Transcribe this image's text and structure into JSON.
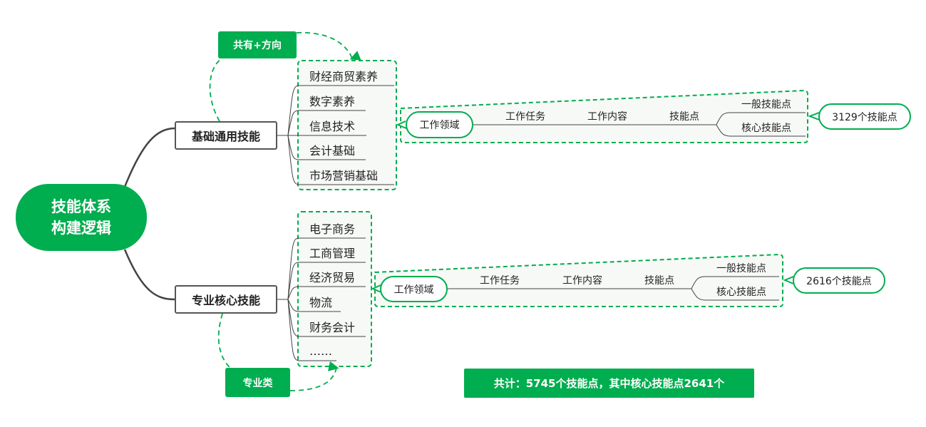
{
  "root": {
    "line1": "技能体系",
    "line2": "构建逻辑"
  },
  "branches": [
    {
      "label": "基础通用技能",
      "tag": "共有+方向",
      "items": [
        "财经商贸素养",
        "数字素养",
        "信息技术",
        "会计基础",
        "市场营销基础"
      ],
      "chain": {
        "domain": "工作领域",
        "task": "工作任务",
        "content": "工作内容",
        "point": "技能点",
        "general": "一般技能点",
        "core": "核心技能点",
        "count": "3129个技能点"
      }
    },
    {
      "label": "专业核心技能",
      "tag": "专业类",
      "items": [
        "电子商务",
        "工商管理",
        "经济贸易",
        "物流",
        "财务会计",
        "……"
      ],
      "chain": {
        "domain": "工作领域",
        "task": "工作任务",
        "content": "工作内容",
        "point": "技能点",
        "general": "一般技能点",
        "core": "核心技能点",
        "count": "2616个技能点"
      }
    }
  ],
  "summary": "共计：5745个技能点，其中核心技能点2641个",
  "colors": {
    "accent": "#00ad4f",
    "line": "#555555"
  }
}
